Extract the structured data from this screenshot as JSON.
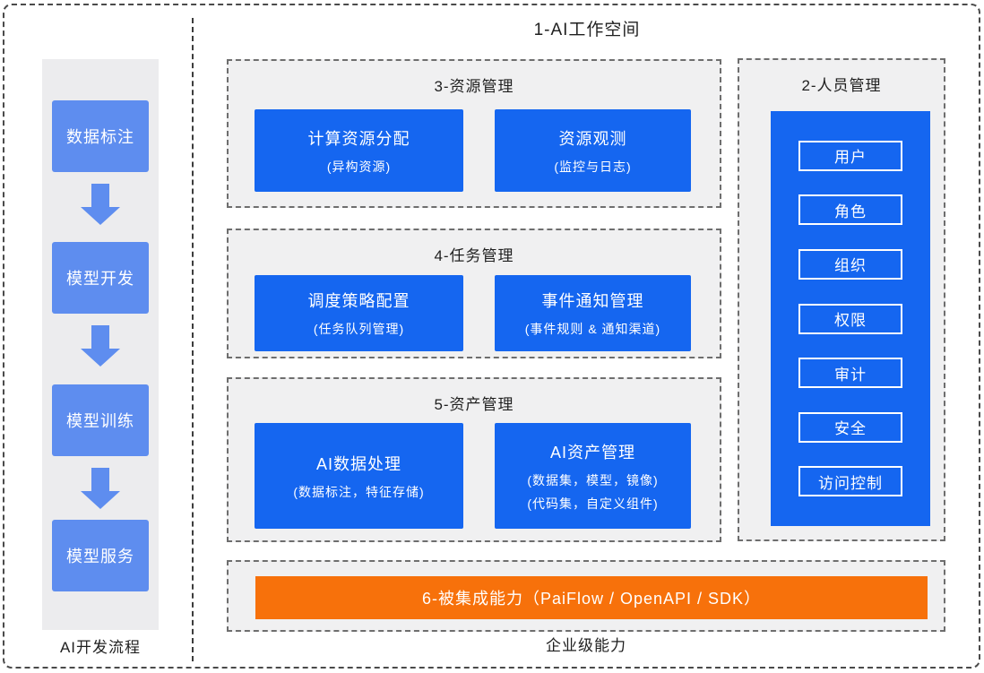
{
  "diagram": {
    "title": "1-AI工作空间",
    "left_flow": {
      "label": "AI开发流程",
      "steps": [
        "数据标注",
        "模型开发",
        "模型训练",
        "模型服务"
      ]
    },
    "resource_section": {
      "title": "3-资源管理",
      "boxes": [
        {
          "title": "计算资源分配",
          "subtitle": "(异构资源)"
        },
        {
          "title": "资源观测",
          "subtitle": "(监控与日志)"
        }
      ]
    },
    "task_section": {
      "title": "4-任务管理",
      "boxes": [
        {
          "title": "调度策略配置",
          "subtitle": "(任务队列管理)"
        },
        {
          "title": "事件通知管理",
          "subtitle": "(事件规则 & 通知渠道)"
        }
      ]
    },
    "asset_section": {
      "title": "5-资产管理",
      "boxes": [
        {
          "title": "AI数据处理",
          "subtitle": "(数据标注，特征存储)"
        },
        {
          "title": "AI资产管理",
          "subtitle": "(数据集，模型，镜像)",
          "subtitle2": "(代码集，自定义组件)"
        }
      ]
    },
    "people_section": {
      "title": "2-人员管理",
      "items": [
        "用户",
        "角色",
        "组织",
        "权限",
        "审计",
        "安全",
        "访问控制"
      ]
    },
    "integration_section": {
      "label": "6-被集成能力（PaiFlow / OpenAPI / SDK）"
    },
    "footer_label": "企业级能力",
    "colors": {
      "light_blue": "#5e8def",
      "dark_blue": "#1566f0",
      "orange": "#f7710b",
      "panel_gray": "#ececee",
      "section_gray": "#f0f0f1"
    }
  }
}
